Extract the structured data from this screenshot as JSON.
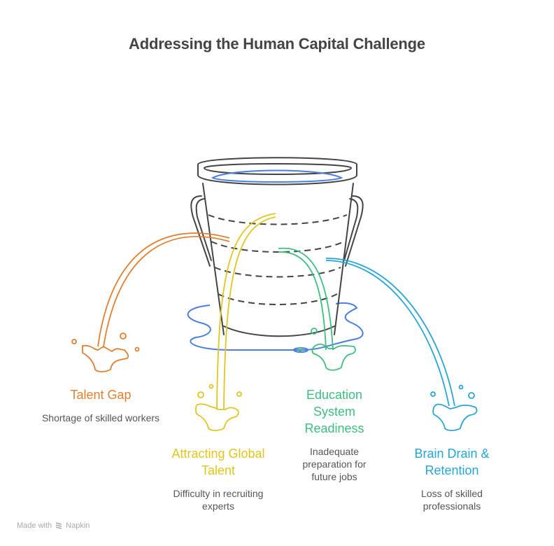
{
  "title": "Addressing the Human Capital Challenge",
  "colors": {
    "talent_gap": "#E07F2E",
    "global_talent": "#E2C51B",
    "education": "#3DBE7E",
    "brain_drain": "#26A6D6",
    "water": "#4A7FE0",
    "bucket": "#444444",
    "title": "#444444",
    "description": "#555555"
  },
  "items": [
    {
      "label": "Talent Gap",
      "description": "Shortage of skilled workers",
      "color": "#E07F2E",
      "icon": "splash-icon"
    },
    {
      "label": "Attracting Global Talent",
      "description": "Difficulty in recruiting experts",
      "color": "#E2C51B",
      "icon": "splash-icon"
    },
    {
      "label": "Education System Readiness",
      "description": "Inadequate preparation for future jobs",
      "color": "#3DBE7E",
      "icon": "splash-icon"
    },
    {
      "label": "Brain Drain & Retention",
      "description": "Loss of skilled professionals",
      "color": "#26A6D6",
      "icon": "splash-icon"
    }
  ],
  "footer": {
    "made_with": "Made with",
    "brand": "Napkin"
  }
}
